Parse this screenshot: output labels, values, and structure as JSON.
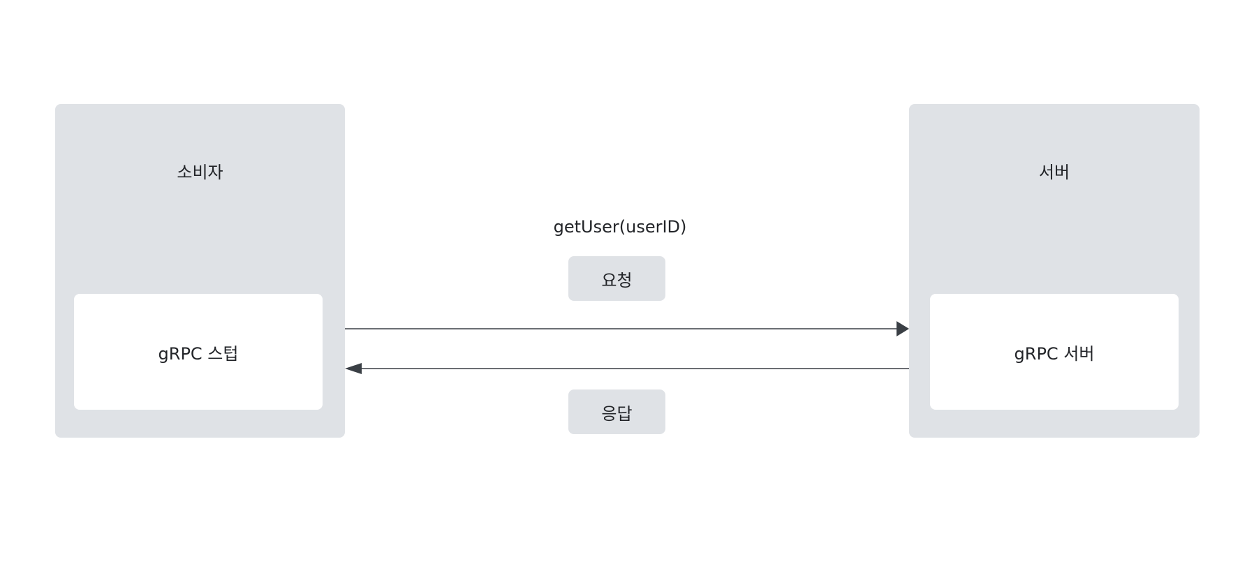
{
  "consumer": {
    "title": "소비자",
    "component": "gRPC 스텁"
  },
  "server": {
    "title": "서버",
    "component": "gRPC 서버"
  },
  "call": {
    "method": "getUser(userID)",
    "request_label": "요청",
    "response_label": "응답"
  },
  "colors": {
    "panel": "#dfe2e6",
    "inner_box": "#ffffff",
    "arrow": "#3a3f45",
    "text": "#222428"
  }
}
